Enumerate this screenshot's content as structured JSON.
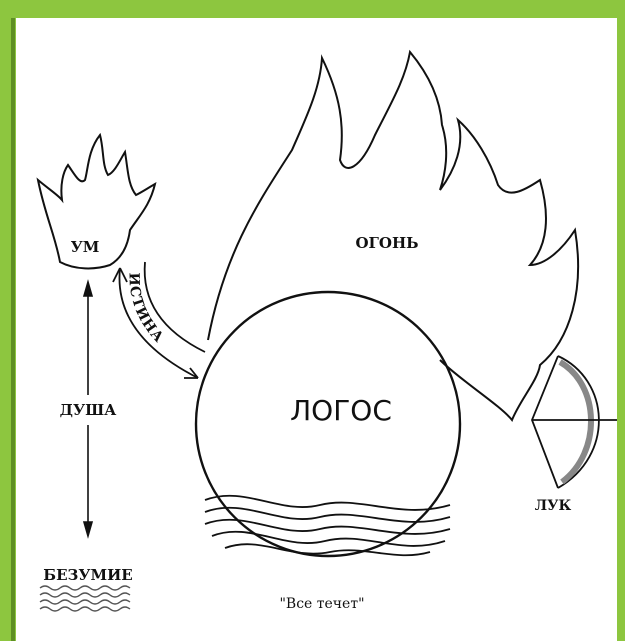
{
  "labels": {
    "um": "УМ",
    "istina": "ИСТИНА",
    "dusha": "ДУША",
    "bezumie": "БЕЗУМИЕ",
    "ogon": "ОГОНЬ",
    "logos": "ЛОГОС",
    "luk": "ЛУК",
    "vse_techet": "\"Все течет\""
  },
  "colors": {
    "frame": "#8dc63f",
    "frame_dark": "#5e8f24",
    "ink": "#111111",
    "paper": "#ffffff"
  }
}
